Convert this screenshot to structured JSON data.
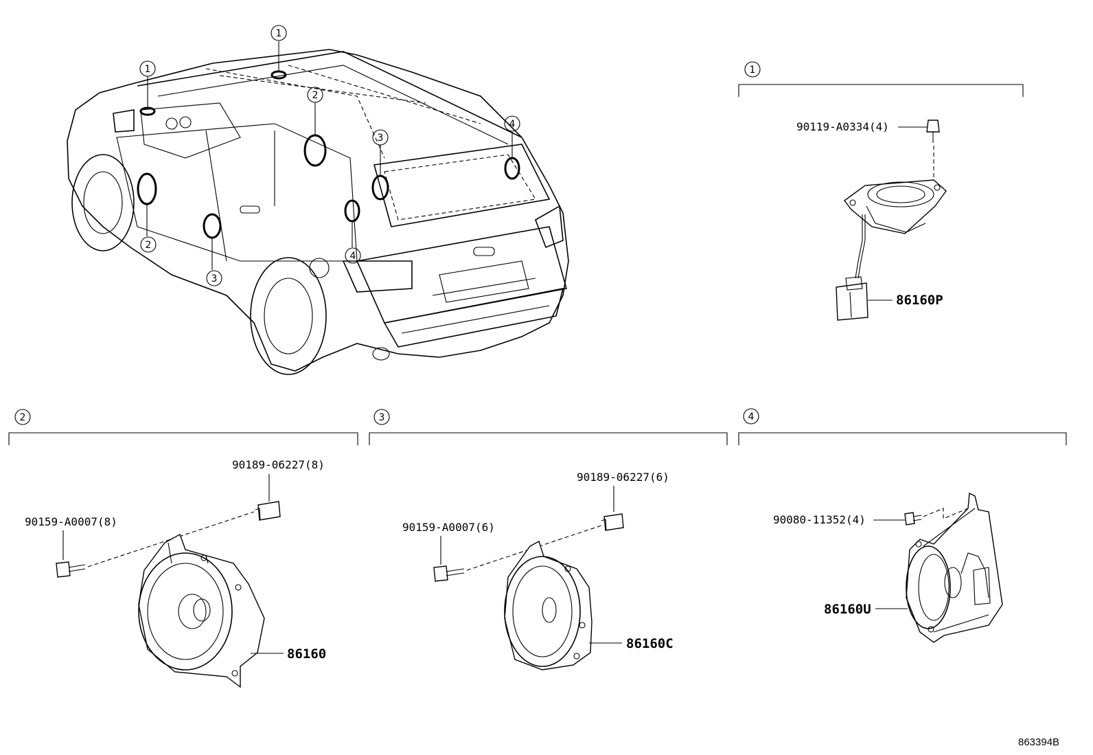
{
  "callout_numbers": [
    "1",
    "2",
    "3",
    "4"
  ],
  "sections": {
    "s1": {
      "number": "1",
      "bolt": "90119-A0334(4)",
      "part": "86160P"
    },
    "s2": {
      "number": "2",
      "nut": "90189-06227(8)",
      "screw": "90159-A0007(8)",
      "part": "86160"
    },
    "s3": {
      "number": "3",
      "nut": "90189-06227(6)",
      "screw": "90159-A0007(6)",
      "part": "86160C"
    },
    "s4": {
      "number": "4",
      "bolt": "90080-11352(4)",
      "part": "86160U"
    }
  },
  "reference": "863394B"
}
